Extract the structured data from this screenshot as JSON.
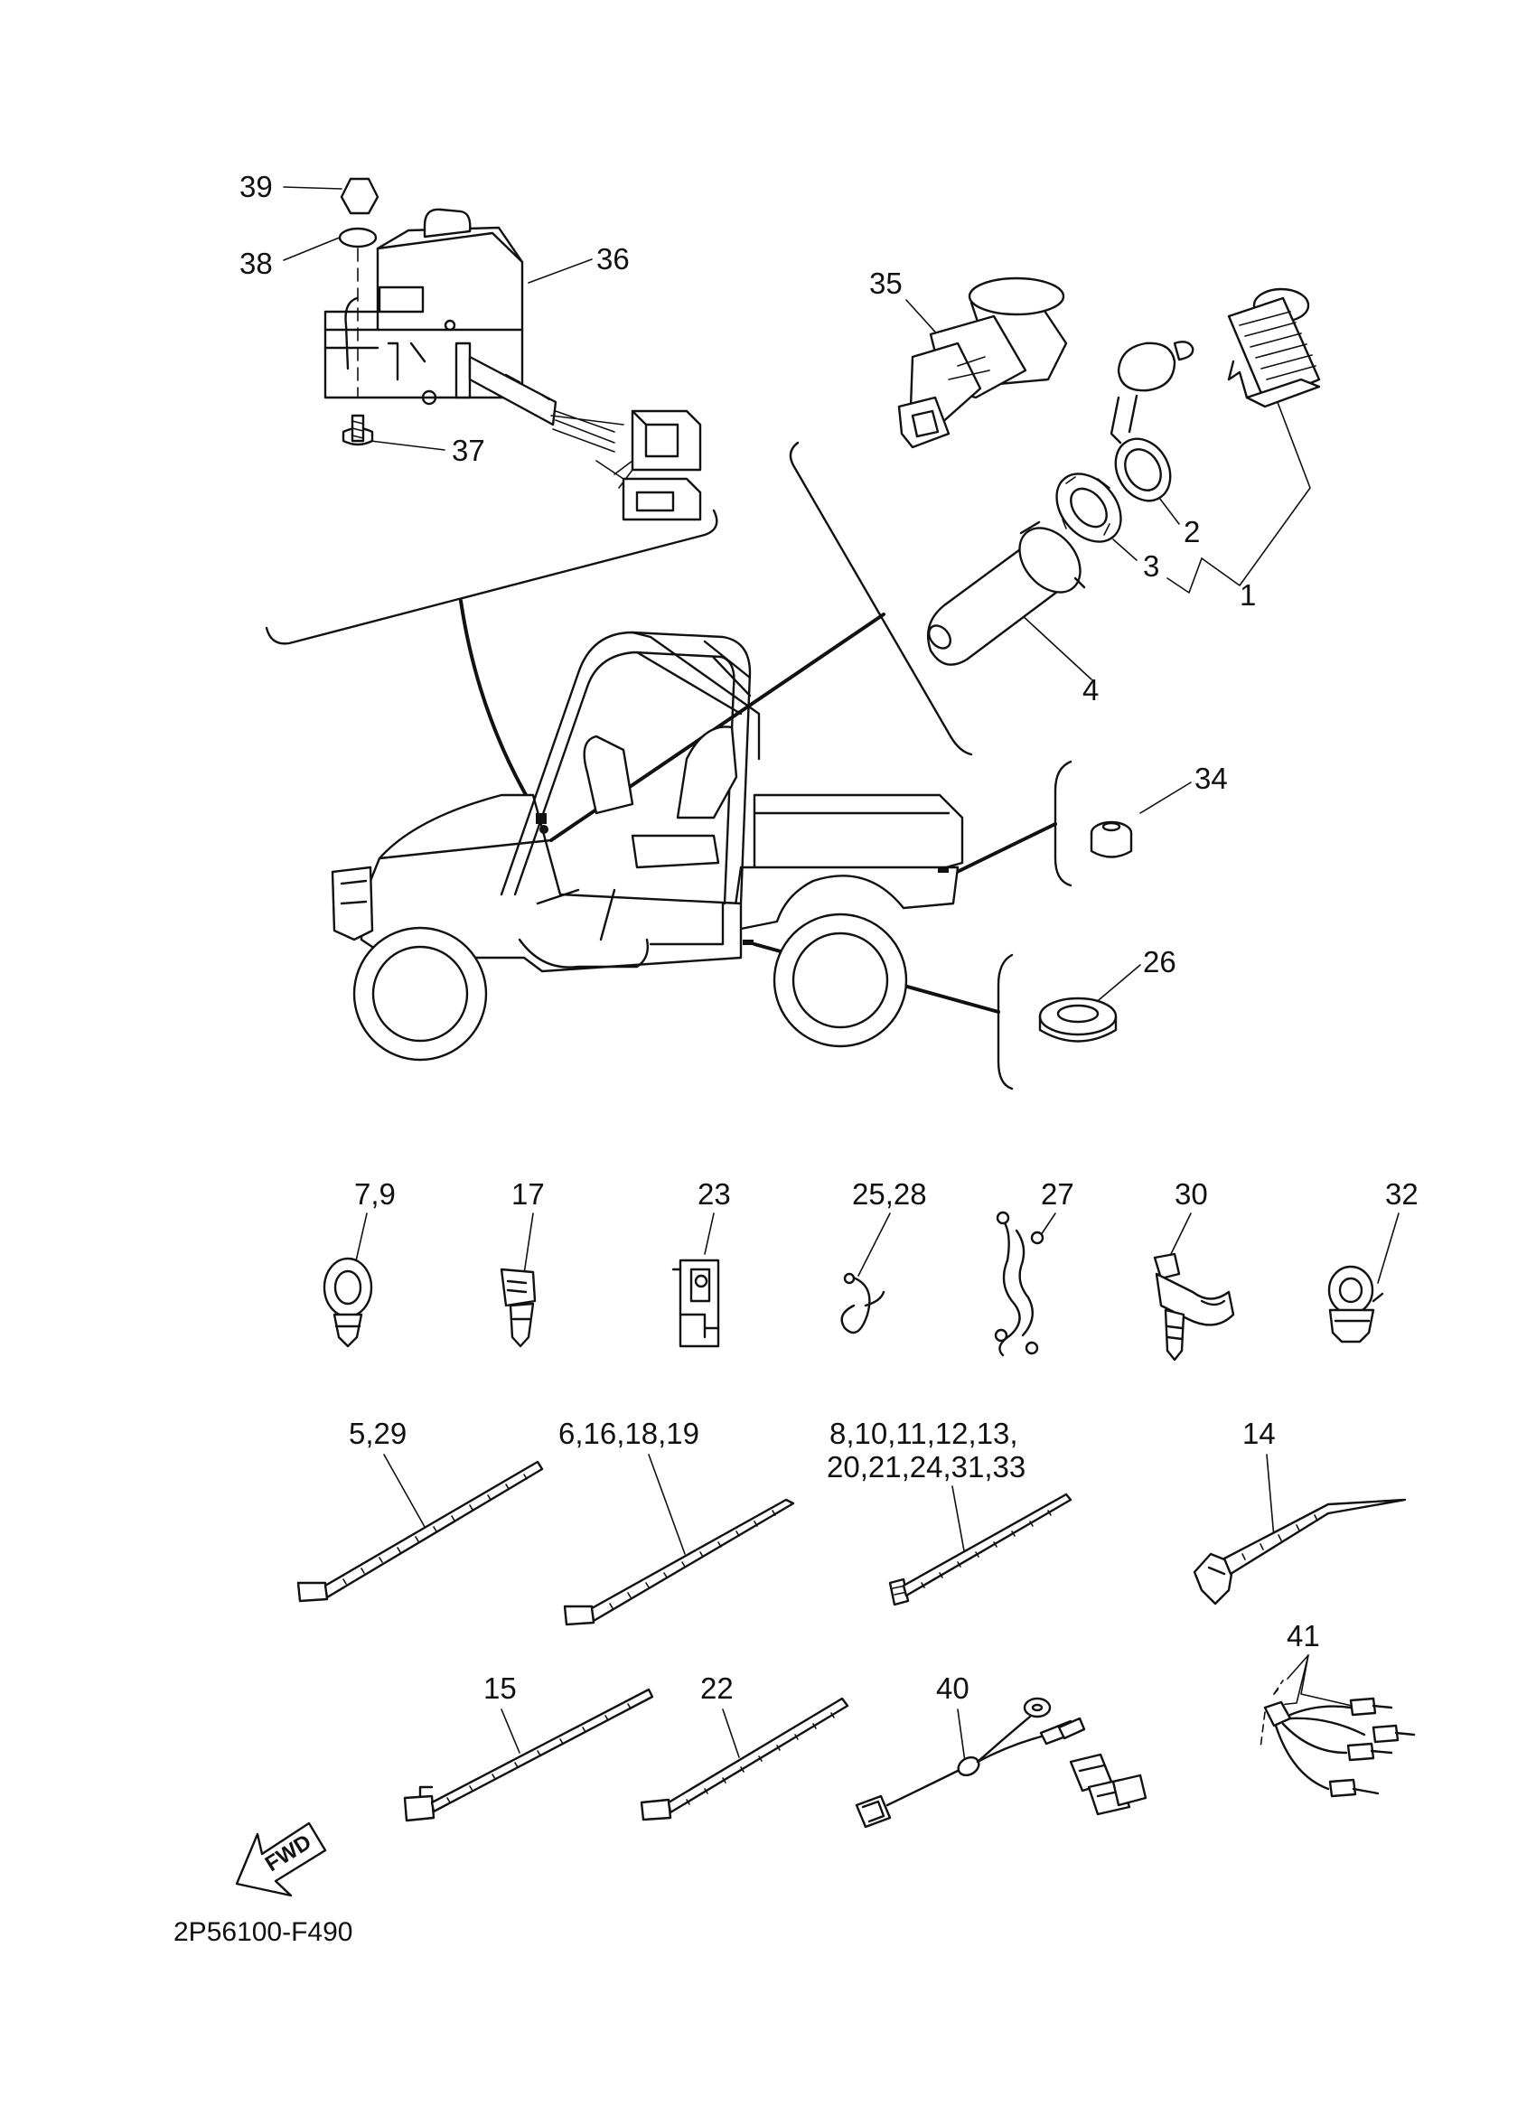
{
  "diagram_code": "2P56100-F490",
  "fwd_label": "FWD",
  "callouts": {
    "c1": "1",
    "c2": "2",
    "c3": "3",
    "c4": "4",
    "c14": "14",
    "c15": "15",
    "c17": "17",
    "c22": "22",
    "c23": "23",
    "c26": "26",
    "c27": "27",
    "c30": "30",
    "c32": "32",
    "c34": "34",
    "c35": "35",
    "c36": "36",
    "c37": "37",
    "c38": "38",
    "c39": "39",
    "c40": "40",
    "c41": "41",
    "c7_9": "7,9",
    "c25_28": "25,28",
    "c5_29": "5,29",
    "c6_16_18_19": "6,16,18,19",
    "c8_line1": "8,10,11,12,13,",
    "c8_line2": "20,21,24,31,33"
  }
}
